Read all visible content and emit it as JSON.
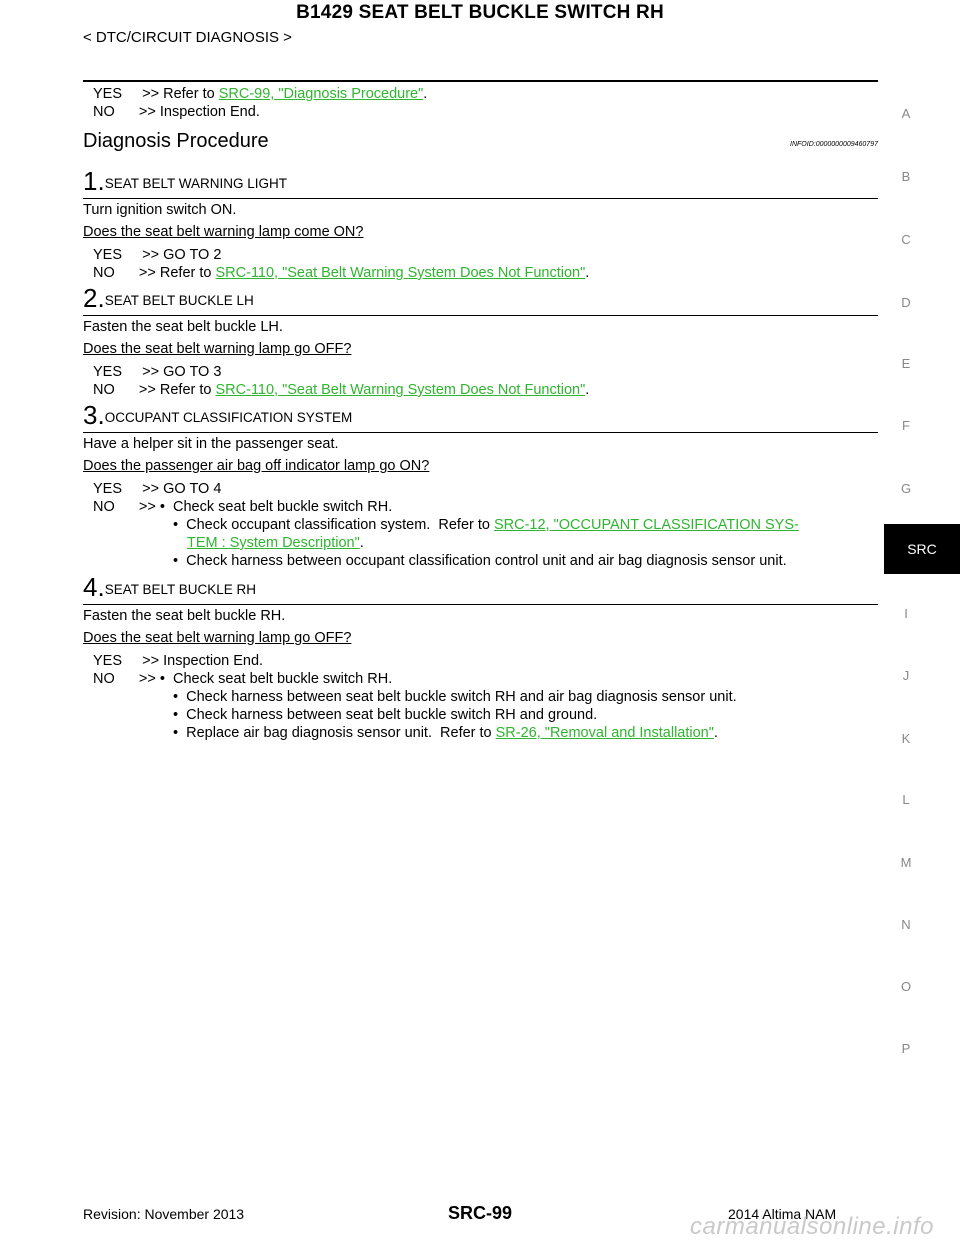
{
  "header": {
    "title": "B1429 SEAT BELT BUCKLE SWITCH RH",
    "subtitle": "< DTC/CIRCUIT DIAGNOSIS >"
  },
  "intro": {
    "yes_prefix": "YES     >> Refer to ",
    "yes_link": "SRC-99, \"Diagnosis Procedure\"",
    "yes_suffix": ".",
    "no_text": "NO      >> Inspection End."
  },
  "section": {
    "title": "Diagnosis Procedure",
    "infoid": "INFOID:0000000009460797"
  },
  "steps": [
    {
      "num": "1.",
      "title": "SEAT BELT WARNING LIGHT",
      "instruction": "Turn ignition switch ON.",
      "question": "Does the seat belt warning lamp come ON?",
      "yes": "YES     >> GO TO 2",
      "no_prefix": "NO      >> Refer to ",
      "no_link": "SRC-110, \"Seat Belt Warning System Does Not Function\"",
      "no_suffix": "."
    },
    {
      "num": "2.",
      "title": "SEAT BELT BUCKLE LH",
      "instruction": "Fasten the seat belt buckle LH.",
      "question": "Does the seat belt warning lamp go OFF?",
      "yes": "YES     >> GO TO 3",
      "no_prefix": "NO      >> Refer to ",
      "no_link": "SRC-110, \"Seat Belt Warning System Does Not Function\"",
      "no_suffix": "."
    },
    {
      "num": "3.",
      "title": "OCCUPANT CLASSIFICATION SYSTEM",
      "instruction": "Have a helper sit in the passenger seat.",
      "question": "Does the passenger air bag off indicator lamp go ON?",
      "yes": "YES     >> GO TO 4",
      "no_1": "NO      >> •  Check seat belt buckle switch RH.",
      "no_2_prefix": "•  Check occupant classification system.  Refer to ",
      "no_2_link_a": "SRC-12, \"OCCUPANT CLASSIFICATION SYS-",
      "no_2_link_b": "TEM : System Description\"",
      "no_2_suffix": ".",
      "no_3": "•  Check harness between occupant classification control unit and air bag diagnosis sensor unit."
    },
    {
      "num": "4.",
      "title": "SEAT BELT BUCKLE RH",
      "instruction": "Fasten the seat belt buckle RH.",
      "question": "Does the seat belt warning lamp go OFF?",
      "yes": "YES     >> Inspection End.",
      "no_1": "NO      >> •  Check seat belt buckle switch RH.",
      "no_2": "•  Check harness between seat belt buckle switch RH and air bag diagnosis sensor unit.",
      "no_3": "•  Check harness between seat belt buckle switch RH and ground.",
      "no_4_prefix": "•  Replace air bag diagnosis sensor unit.  Refer to ",
      "no_4_link": "SR-26, \"Removal and Installation\"",
      "no_4_suffix": "."
    }
  ],
  "side_index": [
    "A",
    "B",
    "C",
    "D",
    "E",
    "F",
    "G",
    "SRC",
    "I",
    "J",
    "K",
    "L",
    "M",
    "N",
    "O",
    "P"
  ],
  "footer": {
    "revision": "Revision: November 2013",
    "page": "SRC-99",
    "model": "2014 Altima NAM",
    "watermark": "carmanualsonline.info"
  },
  "colors": {
    "link": "#2fb52f",
    "tab_bg": "#000000"
  }
}
